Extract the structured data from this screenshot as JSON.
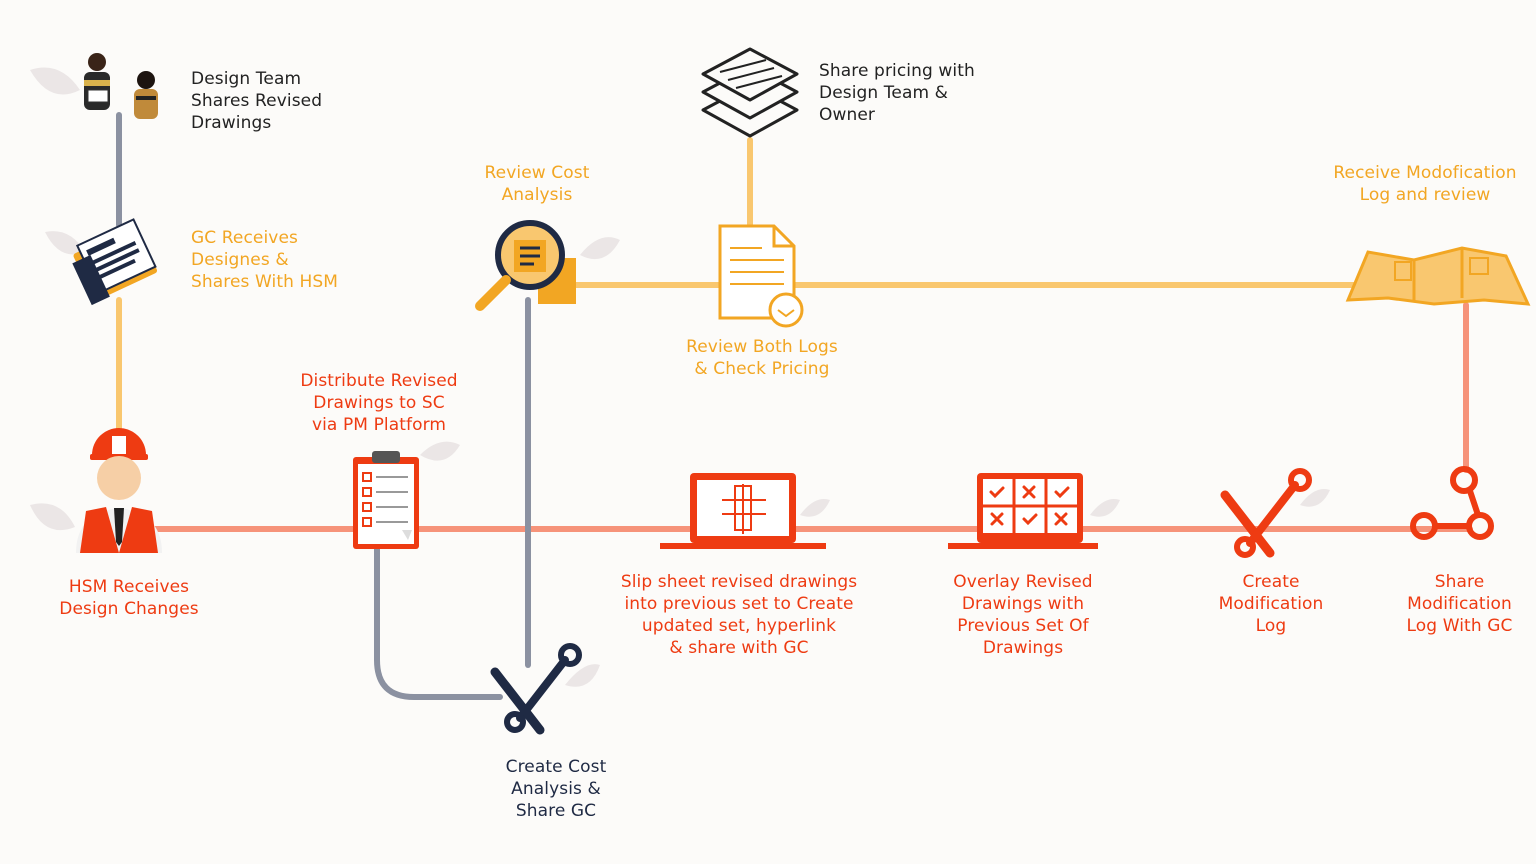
{
  "colors": {
    "red": "#ee3b12",
    "salmon": "#f6937a",
    "amber": "#f2a623",
    "amber_line": "#f9c76f",
    "navy": "#1f2a44",
    "gray_line": "#8b91a1",
    "leaf": "#e8e4e4"
  },
  "steps": {
    "design_team": {
      "label": "Design Team\nShares Revised\nDrawings",
      "icon": "people-icon"
    },
    "gc_receives": {
      "label": "GC Receives\nDesignes &\nShares With HSM",
      "icon": "documents-folder-icon"
    },
    "hsm_receives": {
      "label": "HSM Receives\nDesign Changes",
      "icon": "construction-worker-icon"
    },
    "distribute": {
      "label": "Distribute Revised\nDrawings to SC\nvia PM Platform",
      "icon": "clipboard-checklist-icon"
    },
    "review_cost": {
      "label": "Review Cost\nAnalysis",
      "icon": "magnifier-document-icon"
    },
    "create_cost": {
      "label": "Create Cost\nAnalysis &\nShare GC",
      "icon": "wrench-screwdriver-icon"
    },
    "share_pricing": {
      "label": "Share pricing with\nDesign Team &\nOwner",
      "icon": "layers-stack-icon"
    },
    "review_logs": {
      "label": "Review Both Logs\n& Check Pricing",
      "icon": "document-clock-icon"
    },
    "slip_sheet": {
      "label": "Slip sheet revised drawings\ninto previous set to Create\nupdated set, hyperlink\n& share with GC",
      "icon": "laptop-blueprint-icon"
    },
    "overlay": {
      "label": "Overlay Revised\nDrawings with\nPrevious Set Of\nDrawings",
      "icon": "laptop-checkgrid-icon"
    },
    "create_log": {
      "label": "Create\nModification\nLog",
      "icon": "wrench-screwdriver-icon"
    },
    "share_log": {
      "label": "Share\nModification\nLog With GC",
      "icon": "share-nodes-icon"
    },
    "receive_log": {
      "label": "Receive Modofication\nLog and review",
      "icon": "folded-map-icon"
    }
  }
}
